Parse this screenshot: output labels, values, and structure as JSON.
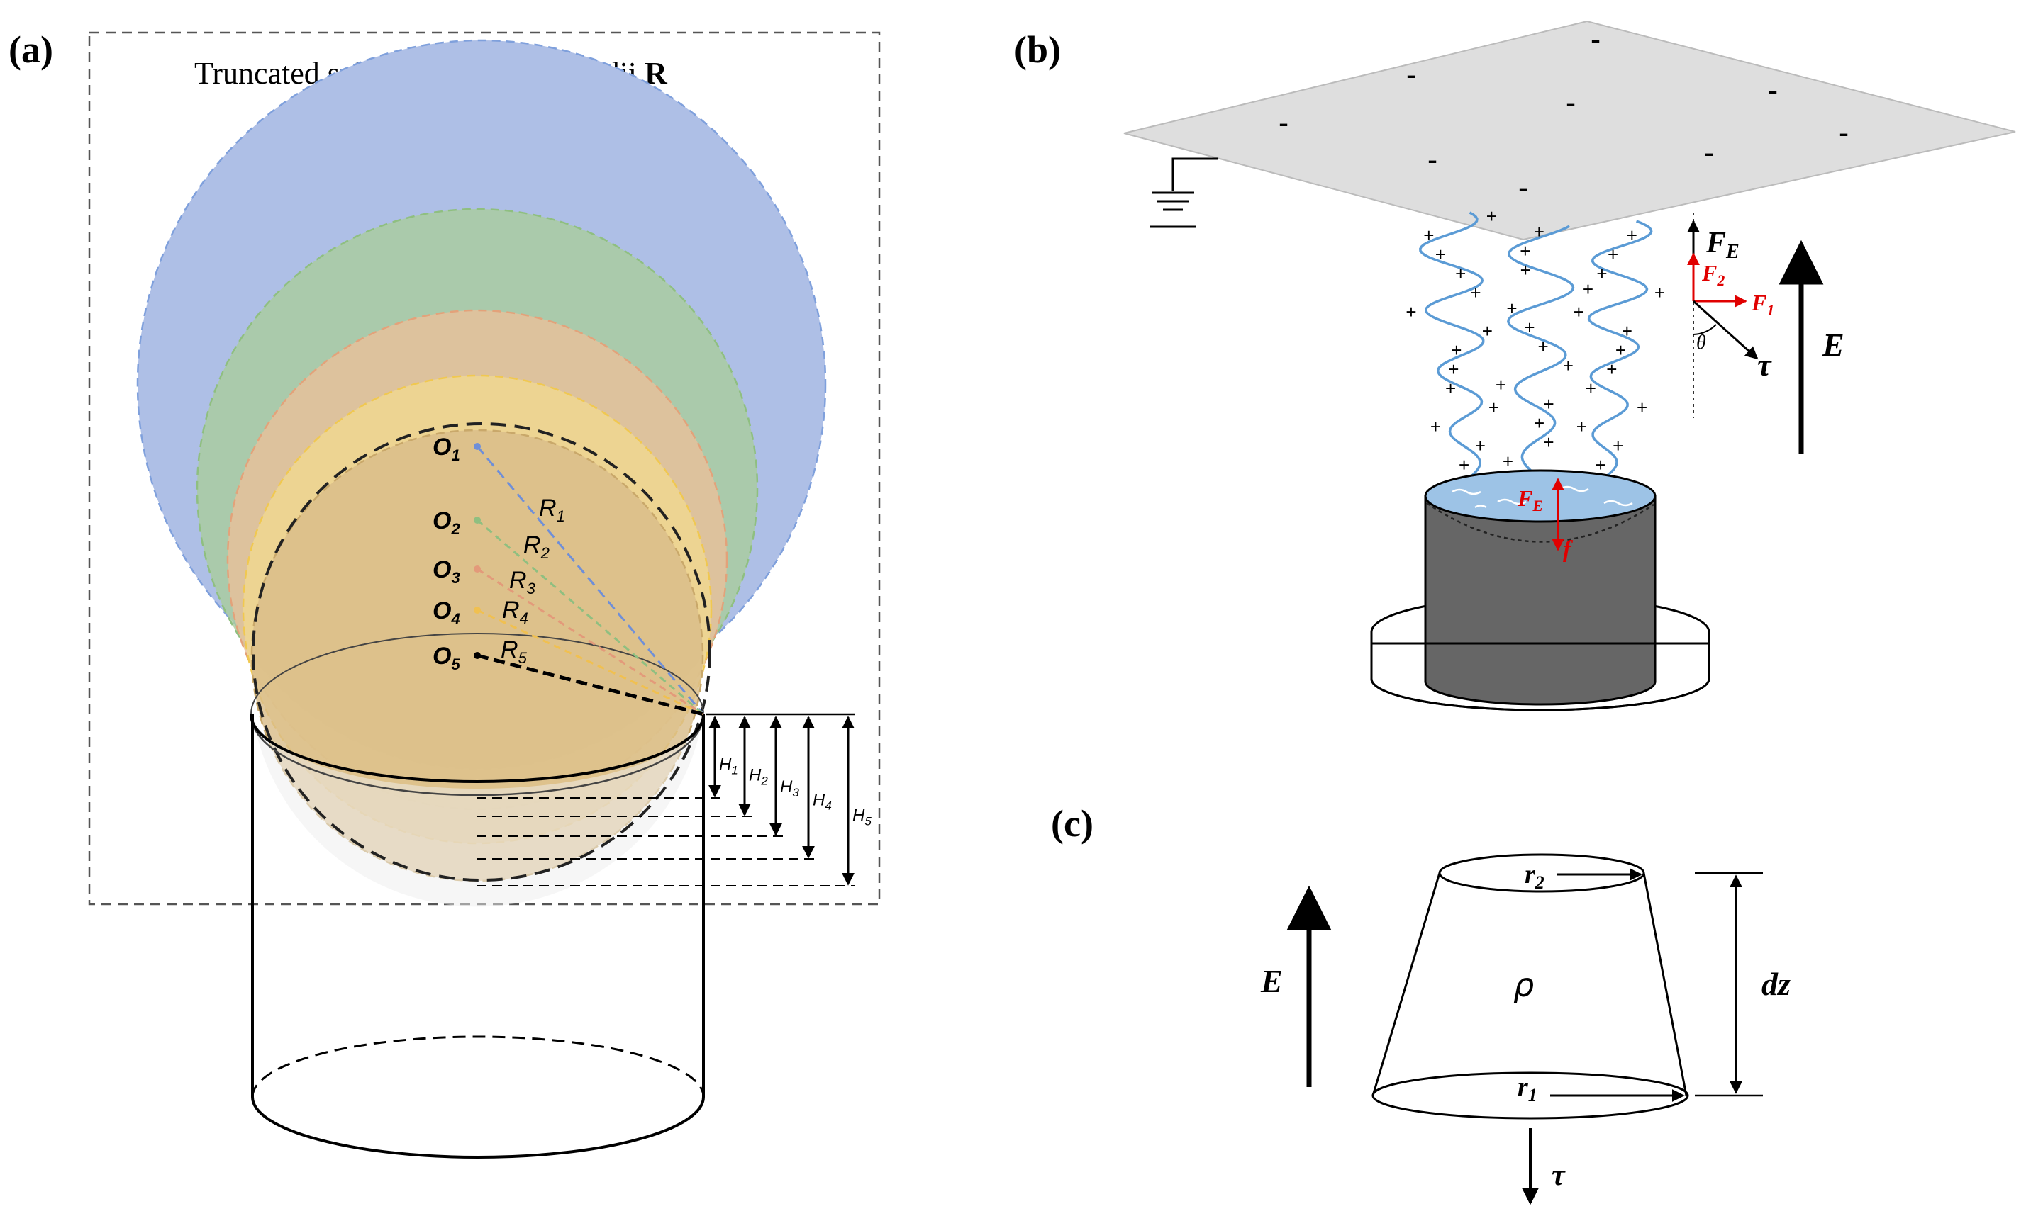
{
  "panels": {
    "a": {
      "label": "(a)",
      "title": "Truncated sphere with various radii ",
      "title_bold": "R",
      "centers": [
        {
          "main": "O",
          "sub": "1"
        },
        {
          "main": "O",
          "sub": "2"
        },
        {
          "main": "O",
          "sub": "3"
        },
        {
          "main": "O",
          "sub": "4"
        },
        {
          "main": "O",
          "sub": "5"
        }
      ],
      "radii": [
        {
          "main": "R",
          "sub": "1"
        },
        {
          "main": "R",
          "sub": "2"
        },
        {
          "main": "R",
          "sub": "3"
        },
        {
          "main": "R",
          "sub": "4"
        },
        {
          "main": "R",
          "sub": "5"
        }
      ],
      "heights": [
        {
          "main": "H",
          "sub": "1"
        },
        {
          "main": "H",
          "sub": "2"
        },
        {
          "main": "H",
          "sub": "3"
        },
        {
          "main": "H",
          "sub": "4"
        },
        {
          "main": "H",
          "sub": "5"
        }
      ],
      "sphere_colors": [
        "#aebfe6",
        "#a9cc9e",
        "#e8c09a",
        "#f0d890",
        "#d9bd8a"
      ]
    },
    "b": {
      "label": "(b)",
      "plate_sign": "-",
      "charge_sign": "+",
      "force_E": {
        "main": "F",
        "sub": "E"
      },
      "force_2": {
        "main": "F",
        "sub": "2"
      },
      "force_1": {
        "main": "F",
        "sub": "1"
      },
      "force_E_red": {
        "main": "F",
        "sub": "E"
      },
      "force_f": "f",
      "theta": "θ",
      "tau": "τ",
      "field": "E",
      "jet_color": "#5b9bd5",
      "liquid_color": "#9dc3e6",
      "cylinder_color": "#666666"
    },
    "c": {
      "label": "(c)",
      "r2": {
        "main": "r",
        "sub": "2"
      },
      "r1": {
        "main": "r",
        "sub": "1"
      },
      "rho": "ρ",
      "dz": "dz",
      "field": "E",
      "tau": "τ"
    }
  }
}
